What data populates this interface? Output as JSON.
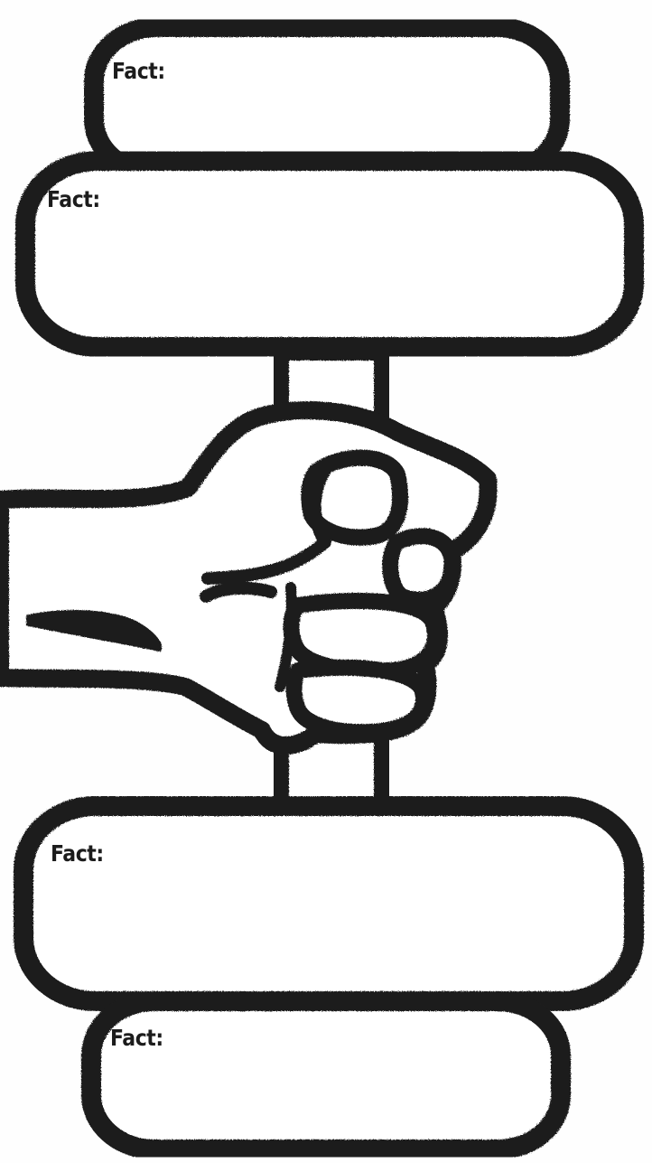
{
  "plates": [
    {
      "label": "Fact:",
      "text": ""
    },
    {
      "label": "Fact:",
      "text": ""
    },
    {
      "label": "Fact:",
      "text": ""
    },
    {
      "label": "Fact:",
      "text": ""
    }
  ]
}
